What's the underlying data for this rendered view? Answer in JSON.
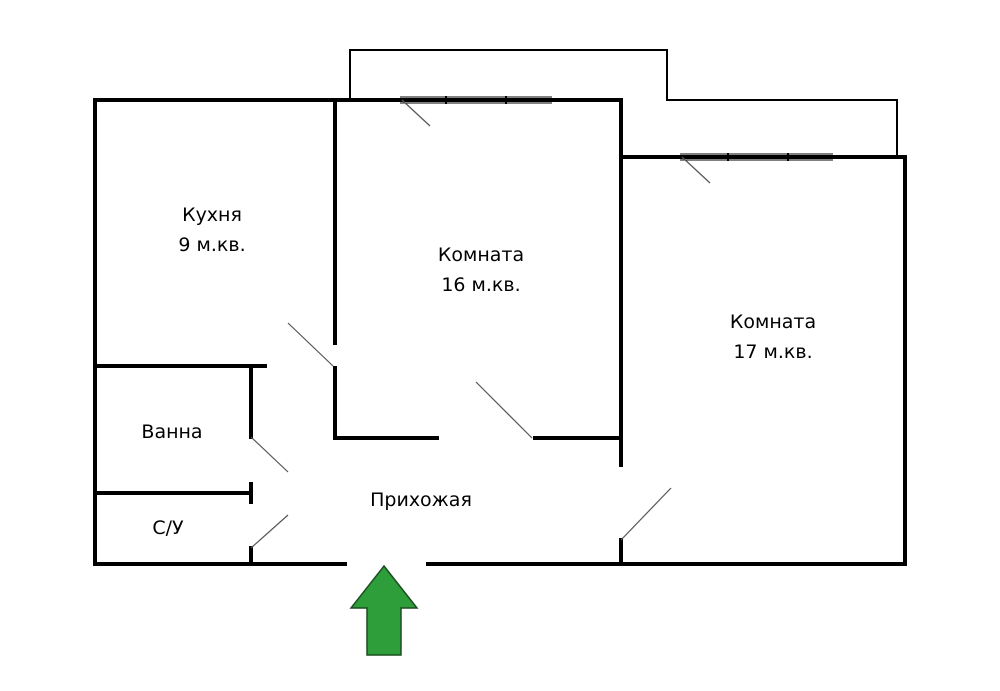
{
  "rooms": {
    "kitchen": {
      "name": "Кухня",
      "area": "9 м.кв."
    },
    "room1": {
      "name": "Комната",
      "area": "16 м.кв."
    },
    "room2": {
      "name": "Комната",
      "area": "17 м.кв."
    },
    "bathroom": {
      "name": "Ванна"
    },
    "toilet": {
      "name": "С/У"
    },
    "hallway": {
      "name": "Прихожая"
    }
  },
  "entrance": {
    "icon": "entrance-arrow-icon",
    "color": "#2e9e3a",
    "outline": "#1a4d1f"
  },
  "colors": {
    "walls": "#000000",
    "background": "#ffffff"
  }
}
